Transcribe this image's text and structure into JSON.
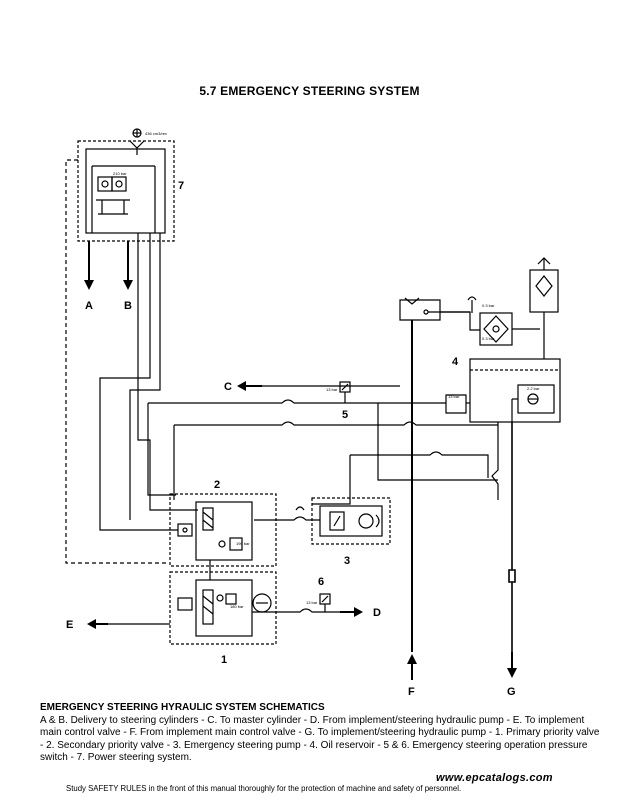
{
  "title": "5.7 EMERGENCY STEERING SYSTEM",
  "labels": {
    "A": "A",
    "B": "B",
    "C": "C",
    "D": "D",
    "E": "E",
    "F": "F",
    "G": "G",
    "n1": "1",
    "n2": "2",
    "n3": "3",
    "n4": "4",
    "n5": "5",
    "n6": "6",
    "n7": "7"
  },
  "small_text": {
    "cyl_rating": "436 cm3/rev",
    "v7_pressure": "210 bar",
    "v5_pressure": "13 bar",
    "v6_pressure": "13 bar",
    "p2_pressure": "190 bar",
    "p1_pressure": "180 bar",
    "r4_pressure": "0.3 bar",
    "r4_filter": "0.3 bar",
    "r4_relief": "2.2 bar"
  },
  "caption": {
    "title": "EMERGENCY STEERING HYRAULIC SYSTEM SCHEMATICS",
    "body": "A & B. Delivery to steering cylinders - C. To master cylinder - D. From implement/steering hydraulic pump - E. To implement main control valve - F. From implement main control valve - G. To implement/steering hydraulic pump - 1. Primary priority valve - 2. Secondary priority valve - 3. Emergency steering pump - 4. Oil reservoir - 5 & 6. Emergency steering operation pressure switch - 7. Power steering system."
  },
  "footer": "Study SAFETY RULES in the front of this manual thoroughly for the protection of machine and safety  of  personnel.",
  "watermark": "www.epcatalogs.com"
}
